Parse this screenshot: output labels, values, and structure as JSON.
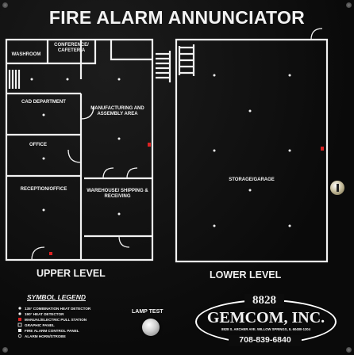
{
  "title": "FIRE ALARM ANNUNCIATOR",
  "upper_level_label": "UPPER LEVEL",
  "lower_level_label": "LOWER LEVEL",
  "rooms": {
    "washroom": "WASHROOM",
    "conference": "CONFERENCE/ CAFETERIA",
    "cad": "CAD DEPARTMENT",
    "office": "OFFICE",
    "reception": "RECEPTION/OFFICE",
    "manufacturing": "MANUFACTURING AND ASSEMBLY AREA",
    "warehouse": "WAREHOUSE/ SHIPPING & RECEIVING",
    "storage": "STORAGE/GARAGE"
  },
  "legend": {
    "title": "SYMBOL LEGEND",
    "items": [
      "135° COMBINATION HEAT DETECTOR",
      "190° HEAT DETECTOR",
      "MANUAL/ELECTRIC PULL STATION",
      "GRAPHIC PANEL",
      "FIRE ALARM CONTROL PANEL",
      "ALARM HORN/STROBE"
    ]
  },
  "lamp_test_label": "LAMP TEST",
  "logo": {
    "number": "8828",
    "company": "GEMCOM, INC.",
    "address": "8828 S. ARCHER AVE. WILLOW SPRINGS, IL 60480-1204",
    "phone": "708-839-6840"
  },
  "colors": {
    "panel": "#0c0c0c",
    "lines": "#f2f2f2",
    "accent": "#d22"
  }
}
